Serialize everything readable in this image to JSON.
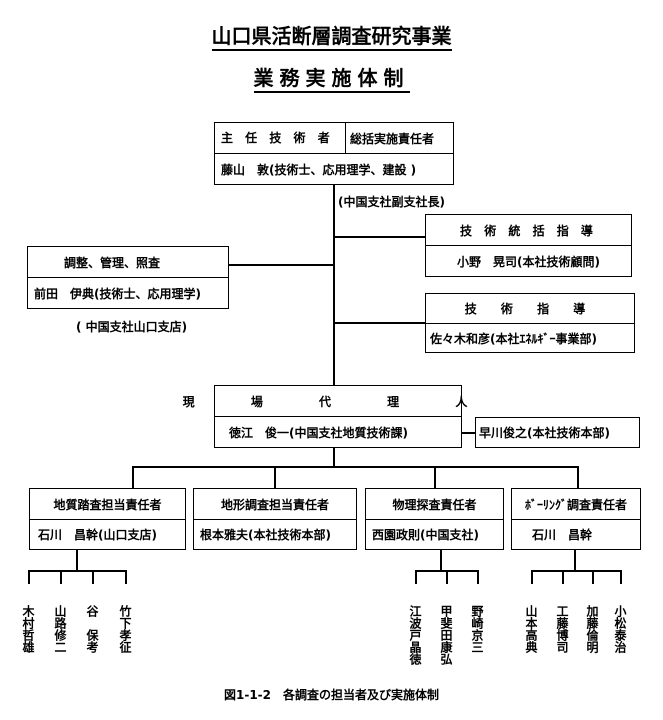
{
  "title": "山口県活断層調査研究事業",
  "subtitle": "業務実施体制",
  "chief": {
    "role1": "主 任 技 術 者",
    "role2": "総括実施責任者",
    "name": "藤山　敦(技術士、応用理学、建設 )",
    "note": "(中国支社副支社長)"
  },
  "coordination": {
    "role": "調整、管理、照査",
    "name": "前田　伊典(技術士、応用理学)",
    "note": "( 中国支社山口支店)"
  },
  "tech_general": {
    "role": "技 術 統 括 指 導",
    "name": "小野　晃司(本社技術顧問)"
  },
  "tech_guidance": {
    "role": "技 術 指 導",
    "name": "佐々木和彦(本社ｴﾈﾙｷﾞｰ事業部)"
  },
  "site_agent": {
    "role": "現 場 代 理 人",
    "name": "徳江　俊一(中国支社地質技術課)"
  },
  "site_sub": {
    "name": "早川俊之(本社技術本部)"
  },
  "teams": [
    {
      "role": "地質踏査担当責任者",
      "name": "石川　昌幹(山口支店)",
      "members": [
        "木村哲雄",
        "山路修二",
        "谷　保考",
        "竹下孝征"
      ]
    },
    {
      "role": "地形調査担当責任者",
      "name": "根本雅夫(本社技術本部)",
      "members": []
    },
    {
      "role": "物理探査責任者",
      "name": "西園政則(中国支社)",
      "members": [
        "江波戸晶徳",
        "甲斐田康弘",
        "野崎京三"
      ]
    },
    {
      "role": "ﾎﾞｰﾘﾝｸﾞ調査責任者",
      "name": "石川　昌幹",
      "members": [
        "山本高典",
        "工藤博司",
        "加藤倫明",
        "小松泰治"
      ]
    }
  ],
  "caption": "図1-1-2　各調査の担当者及び実施体制"
}
